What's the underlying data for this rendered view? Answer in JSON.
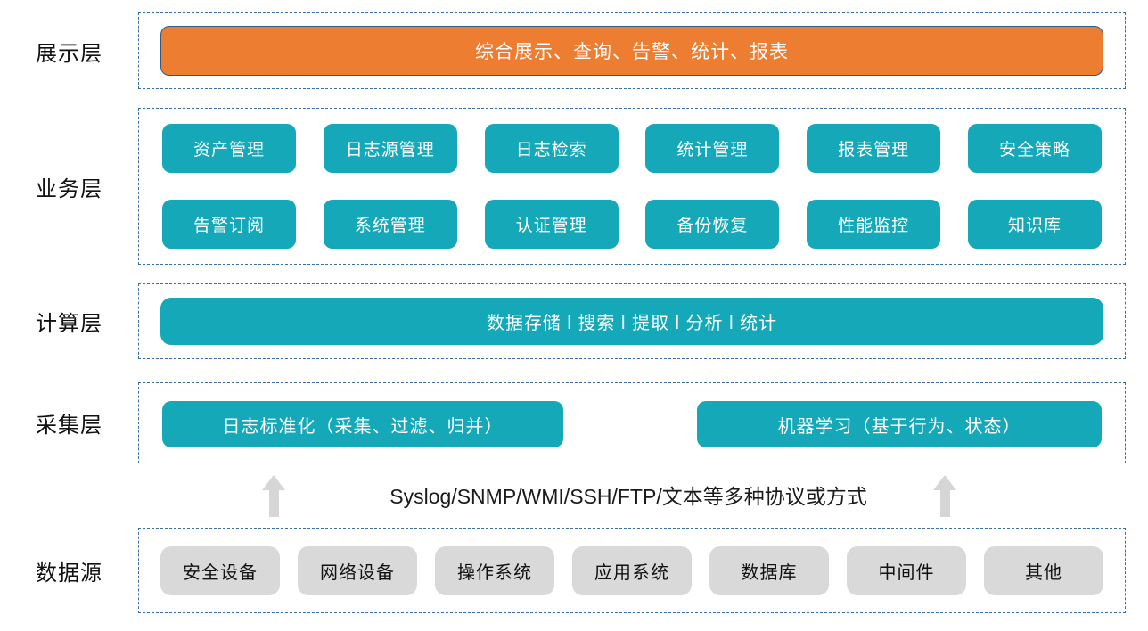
{
  "colors": {
    "accent_orange": "#ED7D31",
    "accent_teal": "#14A8B8",
    "box_gray": "#D9D9D9",
    "dashed_border": "#3D6EA5",
    "arrow_gray": "#D6D6D6"
  },
  "presentation": {
    "label": "展示层",
    "banner": "综合展示、查询、告警、统计、报表"
  },
  "business": {
    "label": "业务层",
    "row1": [
      "资产管理",
      "日志源管理",
      "日志检索",
      "统计管理",
      "报表管理",
      "安全策略"
    ],
    "row2": [
      "告警订阅",
      "系统管理",
      "认证管理",
      "备份恢复",
      "性能监控",
      "知识库"
    ]
  },
  "computing": {
    "label": "计算层",
    "banner": "数据存储 l 搜索 l 提取 l 分析 l 统计"
  },
  "collection": {
    "label": "采集层",
    "left": "日志标准化（采集、过滤、归并）",
    "right": "机器学习（基于行为、状态）"
  },
  "transport": {
    "text": "Syslog/SNMP/WMI/SSH/FTP/文本等多种协议或方式"
  },
  "datasource": {
    "label": "数据源",
    "items": [
      "安全设备",
      "网络设备",
      "操作系统",
      "应用系统",
      "数据库",
      "中间件",
      "其他"
    ]
  }
}
